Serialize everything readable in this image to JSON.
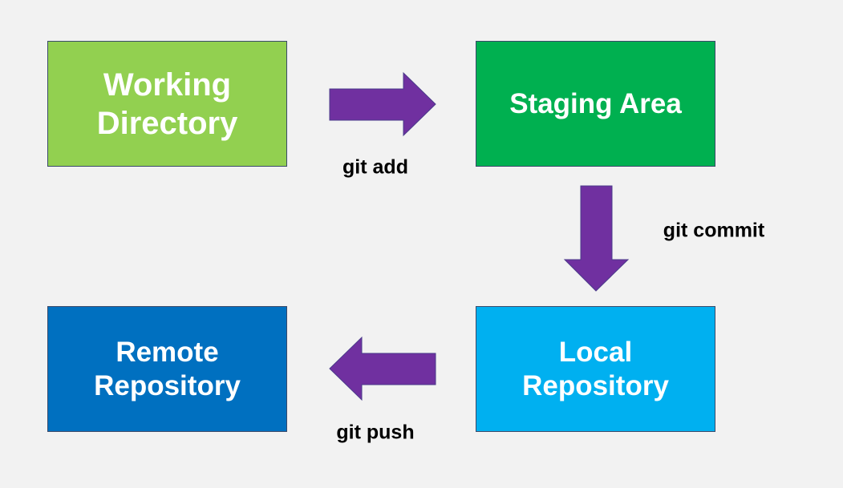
{
  "colors": {
    "working": "#92d050",
    "staging": "#00b050",
    "local": "#00b0f0",
    "remote": "#0070c0",
    "arrow": "#7030a0"
  },
  "boxes": {
    "working": "Working Directory",
    "staging": "Staging Area",
    "local": "Local Repository",
    "remote": "Remote Repository"
  },
  "edges": {
    "add": "git add",
    "commit": "git commit",
    "push": "git push"
  }
}
